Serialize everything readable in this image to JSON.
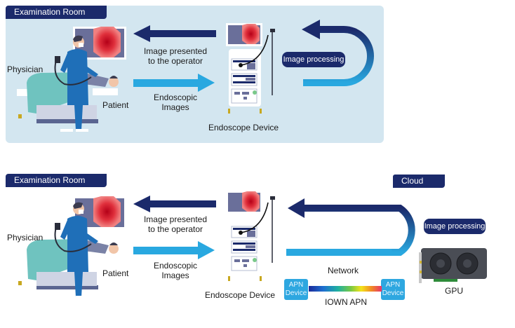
{
  "colors": {
    "panel_bg": "#d3e6f0",
    "navy": "#1b2a6b",
    "cyan": "#29a8e0",
    "apn_box": "#2ea7e0"
  },
  "top": {
    "room_label": "Examination Room",
    "physician_label": "Physician",
    "patient_label": "Patient",
    "presented_label_1": "Image presented",
    "presented_label_2": "to the operator",
    "endoscopic_label_1": "Endoscopic",
    "endoscopic_label_2": "Images",
    "device_label": "Endoscope Device",
    "processing_label": "Image processing"
  },
  "bottom": {
    "room_label": "Examination Room",
    "physician_label": "Physician",
    "patient_label": "Patient",
    "presented_label_1": "Image presented",
    "presented_label_2": "to the operator",
    "endoscopic_label_1": "Endoscopic",
    "endoscopic_label_2": "Images",
    "device_label": "Endoscope Device",
    "network_label": "Network",
    "apn_left_1": "APN",
    "apn_left_2": "Device",
    "apn_right_1": "APN",
    "apn_right_2": "Device",
    "iown_label": "IOWN APN",
    "cloud_label": "Cloud",
    "processing_label": "Image processing",
    "gpu_label": "GPU"
  }
}
